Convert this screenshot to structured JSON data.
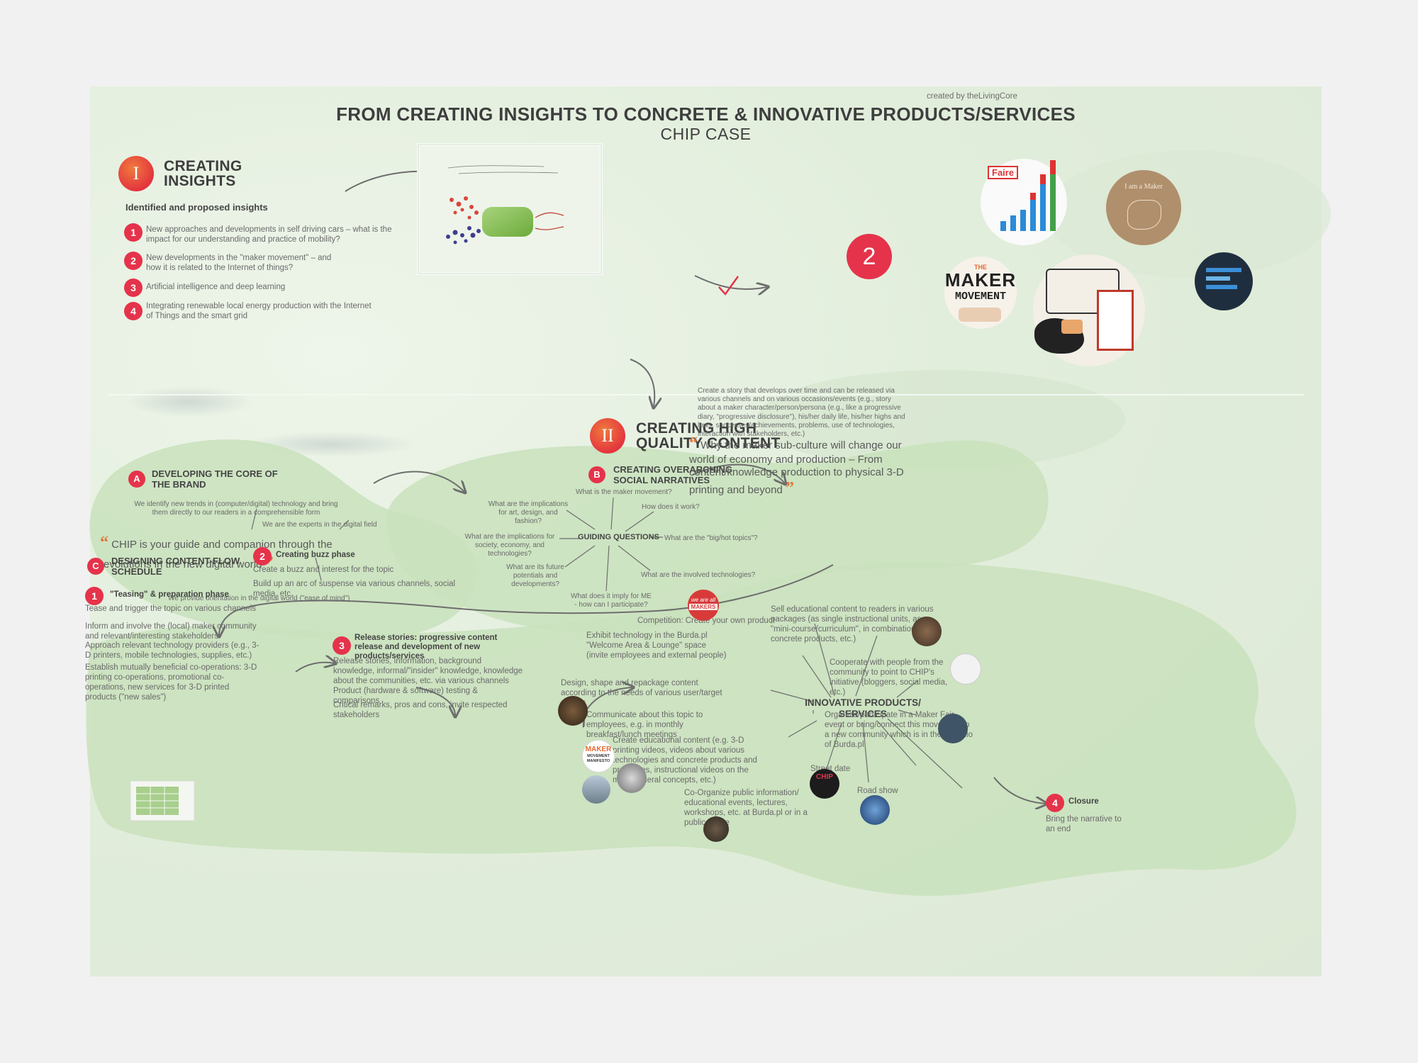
{
  "credit": "created by theLivingCore",
  "title": "FROM CREATING INSIGHTS TO CONCRETE & INNOVATIVE PRODUCTS/SERVICES",
  "subtitle": "CHIP CASE",
  "section1": {
    "numeral": "I",
    "heading_line1": "CREATING",
    "heading_line2": "INSIGHTS",
    "intro": "Identified and proposed insights",
    "insights": [
      {
        "num": "1",
        "text": "New approaches and developments in self driving cars – what is the impact for our understanding and practice of mobility?"
      },
      {
        "num": "2",
        "text": "New developments in the \"maker movement\" – and how it is related to the Internet of things?"
      },
      {
        "num": "3",
        "text": "Artificial intelligence and deep learning"
      },
      {
        "num": "4",
        "text": "Integrating renewable local energy production with the Internet of Things and the smart grid"
      }
    ],
    "selected_badge": "2",
    "image_labels": {
      "makerfaire": "Faire",
      "iamamaker": "I am a Maker",
      "the": "THE",
      "maker": "MAKER",
      "movement": "MOVEMENT"
    }
  },
  "section2": {
    "numeral": "II",
    "heading_line1": "CREATING HIGH",
    "heading_line2": "QUALITY CONTENT",
    "A": {
      "letter": "A",
      "heading": "DEVELOPING THE CORE OF THE BRAND",
      "note1": "We identify new trends in (computer/digital) technology and bring them directly to our readers in a comprehensible form",
      "note2": "We are the experts in the digital field",
      "quote": "CHIP is your guide and companion through the revolutions in the new digital world",
      "note3": "We provide orientation in the digital world (\"ease of mind\")"
    },
    "B": {
      "letter": "B",
      "heading": "CREATING OVERARCHING SOCIAL NARRATIVES",
      "center": "GUIDING QUESTIONS",
      "questions": [
        "What is the maker movement?",
        "How does it work?",
        "What are the \"big/hot topics\"?",
        "What are the involved technologies?",
        "What does it imply for ME - how can I participate?",
        "What are its future potentials and developments?",
        "What are the implications for society, economy, and technologies?",
        "What are the implications for art, design, and fashion?"
      ],
      "story": "Create a story that develops over time and can be released via various channels and on various occasions/events (e.g., story about a maker character/person/persona (e.g., like a progressive diary, \"progressive disclosure\"), his/her daily life, his/her highs and lows, successes/achievements, problems, use of technologies, interaction with stakeholders, etc.)",
      "quote": "Why the maker sub-culture will change our world of economy and production – From content/knowledge production to physical 3-D printing and beyond"
    },
    "C": {
      "letter": "C",
      "heading": "DESIGNING CONTENT-FLOW SCHEDULE",
      "phase1": {
        "num": "1",
        "title": "\"Teasing\" & preparation phase",
        "items": [
          "Tease and trigger the topic on various channels",
          "Inform and involve the (local) maker community and relevant/interesting stakeholders",
          "Approach relevant technology providers (e.g., 3-D printers, mobile technologies, supplies, etc.)",
          "Establish mutually beneficial co-operations: 3-D printing co-operations, promotional co-operations, new services for 3-D printed products (\"new sales\")"
        ]
      },
      "phase2": {
        "num": "2",
        "title": "Creating buzz phase",
        "items": [
          "Create a buzz and interest for the topic",
          "Build up an arc of suspense via various channels, social media, etc."
        ]
      },
      "phase3": {
        "num": "3",
        "title": "Release stories: progressive content release and development of new products/services",
        "items": [
          "Release stories, information, background knowledge, informal/\"insider\" knowledge, knowledge about the communities, etc. via various channels",
          "Product (hardware & software) testing & comparisons",
          "Critical remarks, pros and cons, invite respected stakeholders"
        ]
      },
      "phase4": {
        "num": "4",
        "title": "Closure",
        "text": "Bring the narrative to an end"
      }
    },
    "products": {
      "center": "INNOVATIVE PRODUCTS/ SERVICES",
      "items": [
        "Competition: Create your own product",
        "Sell educational content to readers in various packages (as single instructional units, as \"mini-course/curriculum\", in combination with concrete products, etc.)",
        "Exhibit technology in the Burda.pl \"Welcome Area & Lounge\" space (invite employees and external people)",
        "Cooperate with people from the community to point to CHIP's initiative (bloggers, social media, etc.)",
        "Design, shape and repackage content according to the needs of various user/target groups",
        "Organize/participate in a Maker Fair event or bring/connect this movement to a new community which is in the portfolio of Burda.pl",
        "Communicate about this topic to employees, e.g. in monthly breakfast/lunch meetings",
        "Create educational content (e.g. 3-D printing videos, videos about various technologies and concrete products and processes, instructional videos on the more general concepts, etc.)",
        "Street date",
        "Road show",
        "Co-Organize public information/ educational events, lectures, workshops, etc. at Burda.pl or in a public space"
      ],
      "badge_makers": "MAKERS",
      "badge_we_are_all": "we are all",
      "manifesto_l1": "MAKER",
      "manifesto_l2": "MOVEMENT",
      "manifesto_l3": "MANIFESTO",
      "chip_label": "CHIP"
    }
  },
  "colors": {
    "accent_red": "#e5334b",
    "accent_orange": "#e2763a",
    "blob_green": "#c9e1bd",
    "background": "#e2eedc",
    "text": "#555555"
  }
}
